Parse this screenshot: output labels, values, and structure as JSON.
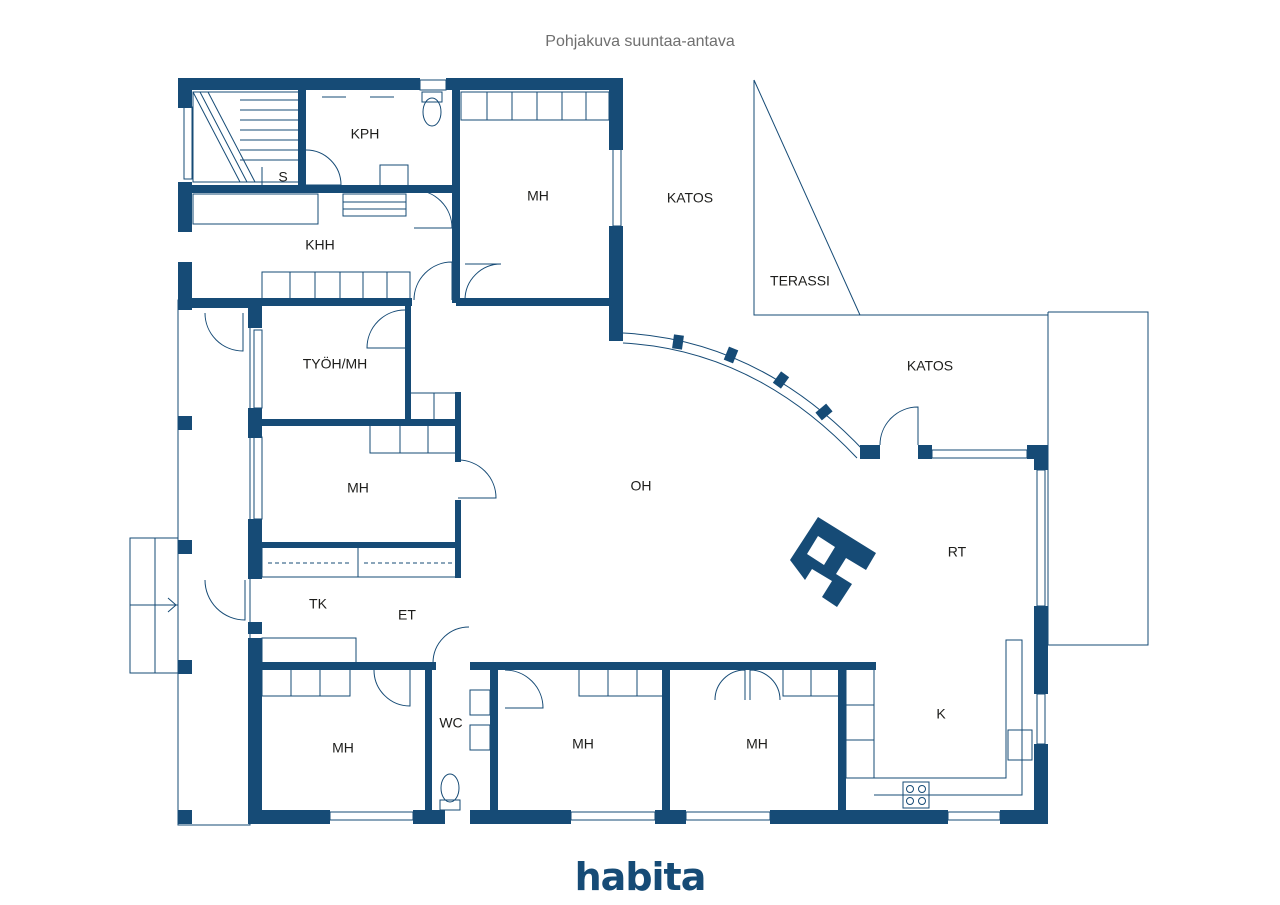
{
  "caption": "Pohjakuva suuntaa-antava",
  "brand": "habita",
  "colors": {
    "wall": "#164b76",
    "line": "#164b76",
    "text": "#1d1d1b",
    "caption": "#6f6f6f"
  },
  "rooms": {
    "kph": "KPH",
    "s": "S",
    "mh_top": "MH",
    "katos_top": "KATOS",
    "terassi": "TERASSI",
    "khh": "KHH",
    "tyoh_mh": "TYÖH/MH",
    "katos_right": "KATOS",
    "mh_mid": "MH",
    "oh": "OH",
    "rt": "RT",
    "tk": "TK",
    "et": "ET",
    "wc": "WC",
    "mh_bl": "MH",
    "mh_bc": "MH",
    "mh_br": "MH",
    "k": "K"
  }
}
